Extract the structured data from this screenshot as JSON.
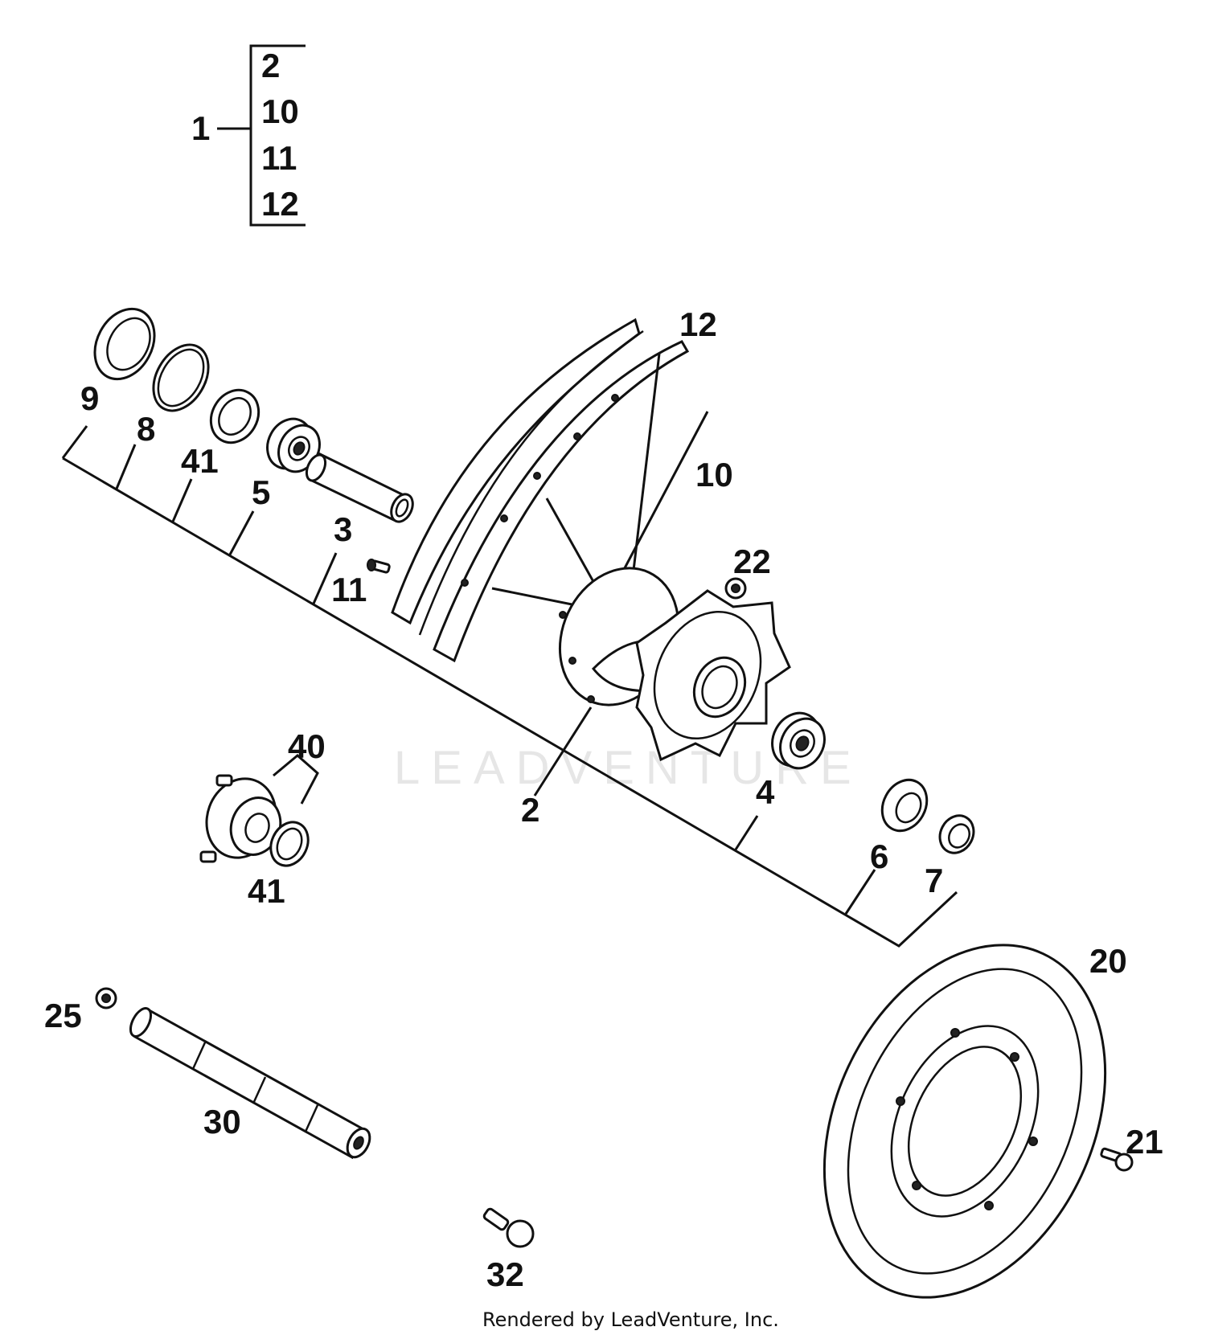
{
  "assembly": {
    "main_label": "1",
    "bracket_items": [
      "2",
      "10",
      "11",
      "12"
    ]
  },
  "callouts": {
    "c12": "12",
    "c10": "10",
    "c22": "22",
    "c9": "9",
    "c8": "8",
    "c41a": "41",
    "c5": "5",
    "c3": "3",
    "c11": "11",
    "c2": "2",
    "c4": "4",
    "c6": "6",
    "c7": "7",
    "c40": "40",
    "c41b": "41",
    "c20": "20",
    "c25": "25",
    "c30": "30",
    "c21": "21",
    "c32": "32"
  },
  "watermark": "LEADVENTURE",
  "credit": "Rendered by LeadVenture, Inc."
}
